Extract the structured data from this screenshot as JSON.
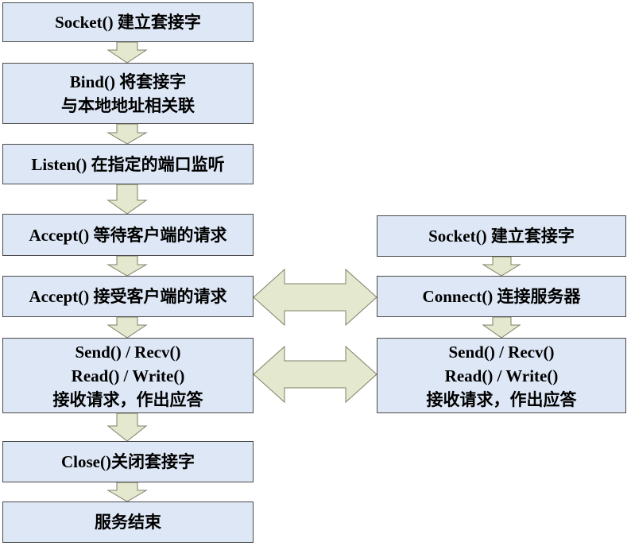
{
  "server": {
    "steps": [
      {
        "lines": [
          "Socket() 建立套接字"
        ]
      },
      {
        "lines": [
          "Bind() 将套接字",
          "与本地地址相关联"
        ]
      },
      {
        "lines": [
          "Listen() 在指定的端口监听"
        ]
      },
      {
        "lines": [
          "Accept() 等待客户端的请求"
        ]
      },
      {
        "lines": [
          "Accept() 接受客户端的请求"
        ]
      },
      {
        "lines": [
          "Send() / Recv()",
          "Read() / Write()",
          "接收请求，作出应答"
        ]
      },
      {
        "lines": [
          "Close()关闭套接字"
        ]
      },
      {
        "lines": [
          "服务结束"
        ]
      }
    ]
  },
  "client": {
    "steps": [
      {
        "lines": [
          "Socket() 建立套接字"
        ]
      },
      {
        "lines": [
          "Connect() 连接服务器"
        ]
      },
      {
        "lines": [
          "Send() / Recv()",
          "Read() / Write()",
          "接收请求，作出应答"
        ]
      }
    ]
  },
  "colors": {
    "box_fill": "#dde7f5",
    "box_border": "#4a4a4a",
    "arrow_fill": "#e3e8cf",
    "arrow_stroke": "#7f7f66"
  }
}
